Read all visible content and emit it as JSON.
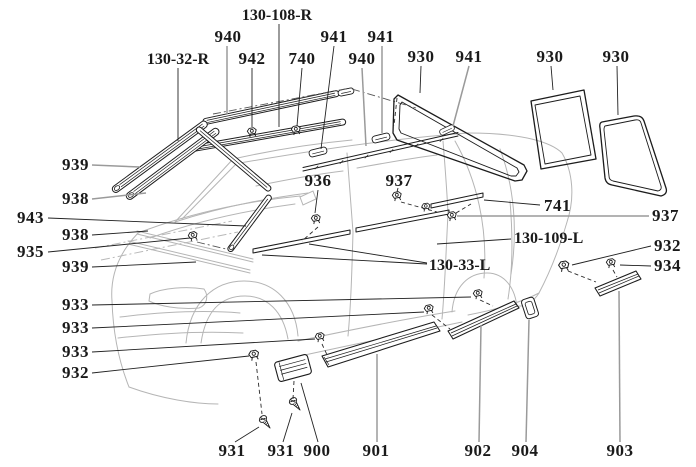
{
  "diagram": {
    "title": "body side moulding exploded parts diagram",
    "colors": {
      "background": "#ffffff",
      "label_text": "#1a1a1a",
      "part_line": "#1c1c1c",
      "car_outline": "#b5b5b5",
      "gray_leader": "#9a9a9a"
    }
  },
  "labels": {
    "n130_108_R": "130-108-R",
    "n940_1": "940",
    "n941_1": "941",
    "n941_2": "941",
    "n130_32_R": "130-32-R",
    "n942": "942",
    "n740": "740",
    "n940_2": "940",
    "n930_1": "930",
    "n941_3": "941",
    "n930_2": "930",
    "n930_3": "930",
    "n939_1": "939",
    "n938_1": "938",
    "n943": "943",
    "n938_2": "938",
    "n935": "935",
    "n939_2": "939",
    "n933_1": "933",
    "n933_2": "933",
    "n933_3": "933",
    "n932_1": "932",
    "n936": "936",
    "n937_1": "937",
    "n741": "741",
    "n937_2": "937",
    "n130_109_L": "130-109-L",
    "n932_2": "932",
    "n934": "934",
    "n130_33_L": "130-33-L",
    "n931_1": "931",
    "n931_2": "931",
    "n900": "900",
    "n901": "901",
    "n902": "902",
    "n904": "904",
    "n903": "903"
  }
}
